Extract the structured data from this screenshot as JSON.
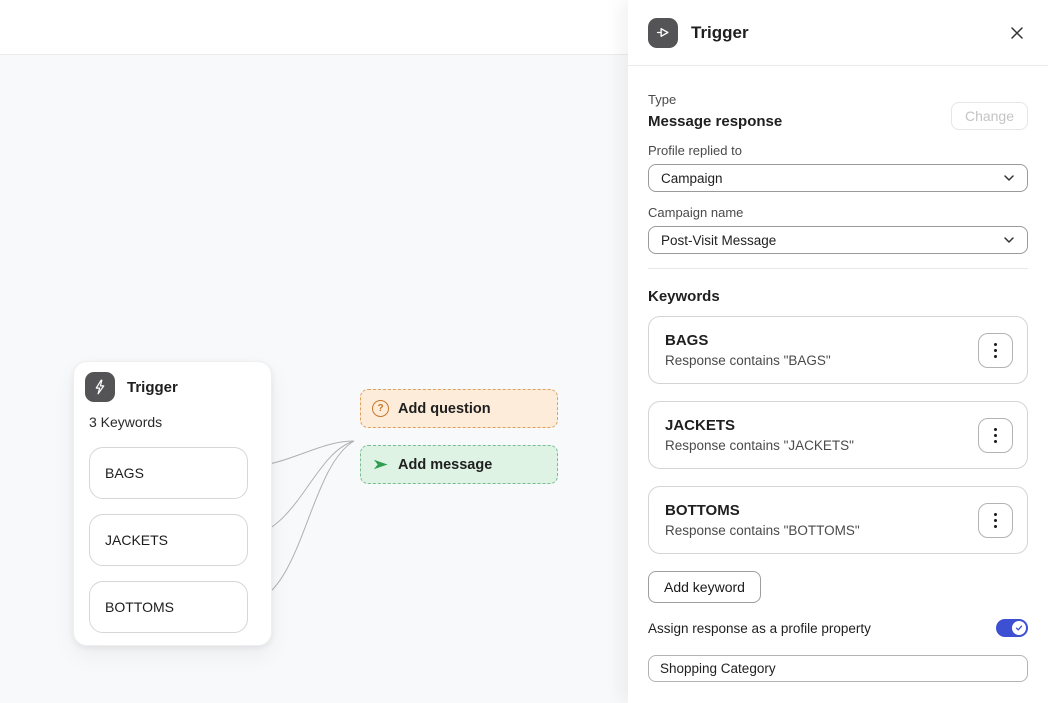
{
  "canvas": {
    "trigger_card": {
      "title": "Trigger",
      "subtitle": "3 Keywords",
      "keywords": [
        "BAGS",
        "JACKETS",
        "BOTTOMS"
      ]
    },
    "add_question": {
      "label": "Add question",
      "icon": "question-circle-icon",
      "bg": "#fcecd9",
      "border": "#dfa05b",
      "icon_color": "#c9762a"
    },
    "add_message": {
      "label": "Add message",
      "icon": "send-icon",
      "bg": "#def3e4",
      "border": "#79bb92",
      "icon_color": "#2f9e50"
    },
    "question_glyph": "?"
  },
  "panel": {
    "header": {
      "title": "Trigger"
    },
    "type": {
      "label": "Type",
      "value": "Message response",
      "change_label": "Change"
    },
    "profile_replied_to": {
      "label": "Profile replied to",
      "value": "Campaign"
    },
    "campaign_name": {
      "label": "Campaign name",
      "value": "Post-Visit Message"
    },
    "keywords": {
      "heading": "Keywords",
      "items": [
        {
          "name": "BAGS",
          "description": "Response contains \"BAGS\""
        },
        {
          "name": "JACKETS",
          "description": "Response contains \"JACKETS\""
        },
        {
          "name": "BOTTOMS",
          "description": "Response contains \"BOTTOMS\""
        }
      ],
      "add_button": "Add keyword"
    },
    "profile_property": {
      "toggle_label": "Assign response as a profile property",
      "toggle_on": true,
      "value": "Shopping Category"
    },
    "colors": {
      "toggle_on": "#3d4fd3",
      "node_icon_bg": "#545457",
      "connector_line": "#b0b0b0"
    }
  }
}
